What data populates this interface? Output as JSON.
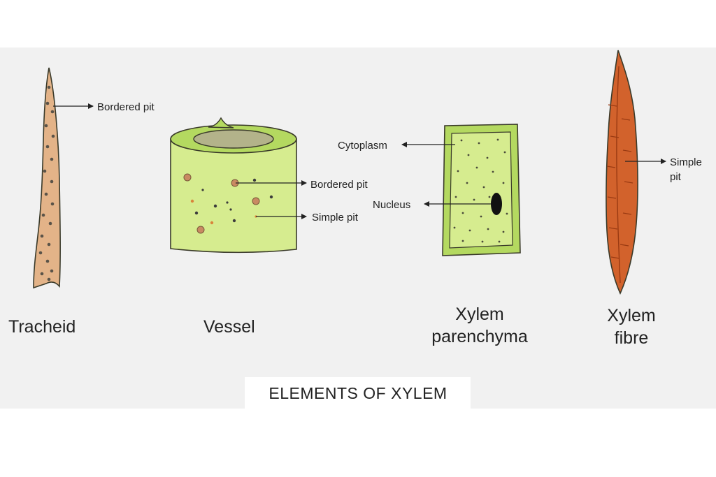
{
  "diagram": {
    "title": "ELEMENTS OF XYLEM",
    "colors": {
      "background": "#f1f1f1",
      "tracheid_fill": "#e3b388",
      "cell_green": "#d6ec8f",
      "cell_green_dark": "#b4d960",
      "fibre_fill": "#d2622c",
      "outline": "#3a3a2a"
    },
    "elements": {
      "tracheid": {
        "name": "Tracheid",
        "callouts": {
          "bordered_pit": "Bordered pit"
        }
      },
      "vessel": {
        "name": "Vessel",
        "callouts": {
          "bordered_pit": "Bordered pit",
          "simple_pit": "Simple pit"
        }
      },
      "parenchyma": {
        "name_line1": "Xylem",
        "name_line2": "parenchyma",
        "callouts": {
          "cytoplasm": "Cytoplasm",
          "nucleus": "Nucleus"
        }
      },
      "fibre": {
        "name_line1": "Xylem",
        "name_line2": "fibre",
        "callouts": {
          "simple_pit_line1": "Simple",
          "simple_pit_line2": "pit"
        }
      }
    }
  }
}
